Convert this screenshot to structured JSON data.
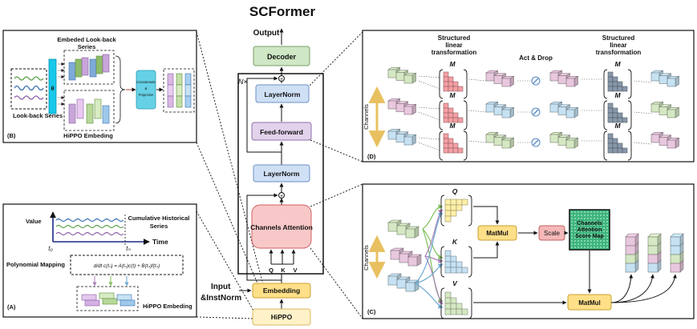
{
  "title": "SCFormer",
  "center": {
    "output": "Output",
    "decoder": "Decoder",
    "nx": "N×",
    "layernorm_top": "LayerNorm",
    "feedforward": "Feed-forward",
    "layernorm_mid": "LayerNorm",
    "channels_attention": "Channels Attention",
    "q": "Q",
    "k": "K",
    "v": "V",
    "embedding": "Embedding",
    "hippo": "HiPPO",
    "input_line1": "Input",
    "input_line2": "&InstNorm",
    "plus": "+"
  },
  "panel_b": {
    "tag": "(B)",
    "embeded_line1": "Embeded Look-back",
    "embeded_line2": "Series",
    "theta": "θ",
    "concat_line1": "Concatenate",
    "concat_line2": "&",
    "concat_line3": "Projection",
    "lookback": "Look-back Series",
    "hippo_emb": "HiPPO Embeding"
  },
  "panel_a": {
    "tag": "(A)",
    "value": "Value",
    "time": "Time",
    "cum_line1": "Cumulative Historical",
    "cum_line2": "Series",
    "t0": "t₀",
    "tn": "tₙ",
    "poly": "Polynomial Mapping",
    "formula": "d/dt c(tₙ) = A(tₙ)c(t) + B(tₙ)f(tₙ)",
    "hippo_emb": "HiPPO Embeding"
  },
  "panel_d": {
    "tag": "(D)",
    "slt_left_line1": "Structured",
    "slt_left_line2": "linear",
    "slt_left_line3": "transformation",
    "act_drop": "Act & Drop",
    "slt_right_line1": "Structured",
    "slt_right_line2": "linear",
    "slt_right_line3": "transformation",
    "m": "M",
    "channels": "Channels"
  },
  "panel_c": {
    "tag": "(C)",
    "channels": "Channels",
    "q": "Q",
    "k": "K",
    "v": "V",
    "matmul_top": "MatMul",
    "scale": "Scale",
    "score_line1": "Channels",
    "score_line2": "Attention",
    "score_line3": "Score Map",
    "matmul_bottom": "MatMul"
  },
  "colors": {
    "green": "#d5e8c4",
    "pink": "#e8c8de",
    "blue": "#c6e2f2",
    "red": "#f5a0a4",
    "yellow": "#fff0a8",
    "decoder": "#cfe7c4",
    "layernorm": "#cfe0f5",
    "feedforward": "#e2d2ec",
    "attention": "#f8c8c8",
    "embedding": "#ffe089",
    "hippo": "#fff2c8",
    "scale": "#f5b8b8",
    "scoremap": "#4cbf8a",
    "theta_bar": "#18c8e8",
    "concat": "#66d1e6"
  }
}
